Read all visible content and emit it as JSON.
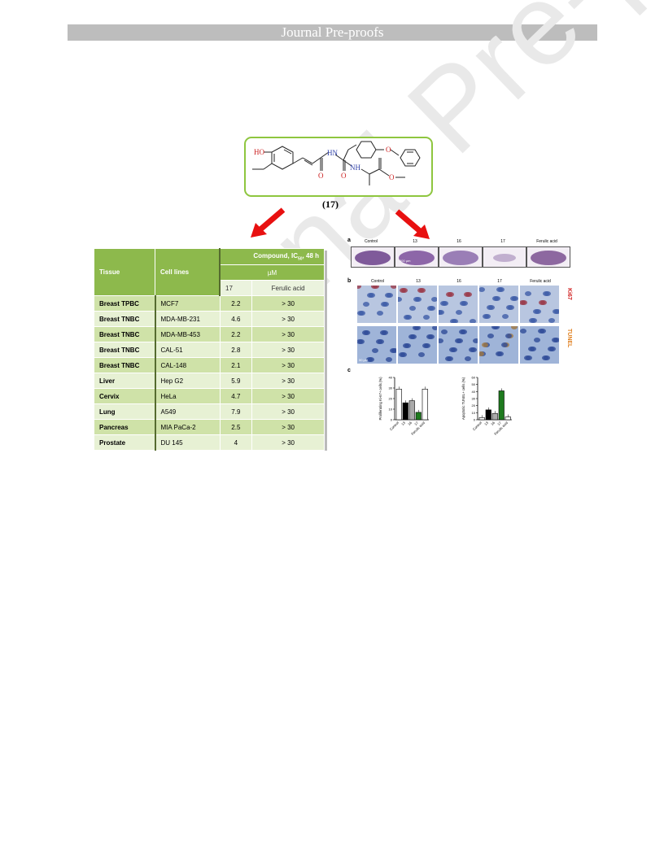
{
  "header": {
    "title": "Journal Pre-proofs"
  },
  "watermark": "Journal Pre-proofs",
  "compound": {
    "label": "(17)",
    "atoms": {
      "ho": "HO",
      "hn": "HN",
      "nh": "NH",
      "o": "O"
    }
  },
  "table": {
    "head_tissue": "Tissue",
    "head_cells": "Cell lines",
    "head_compound": "Compound, IC",
    "head_compound_sub": "50",
    "head_compound_tail": ", 48 h",
    "unit": "µM",
    "col_17": "17",
    "col_fa": "Ferulic acid",
    "rows": [
      {
        "tissue": "Breast TPBC",
        "cell": "MCF7",
        "v17": "2.2",
        "vfa": "> 30"
      },
      {
        "tissue": "Breast TNBC",
        "cell": "MDA-MB-231",
        "v17": "4.6",
        "vfa": "> 30"
      },
      {
        "tissue": "Breast TNBC",
        "cell": "MDA-MB-453",
        "v17": "2.2",
        "vfa": "> 30"
      },
      {
        "tissue": "Breast TNBC",
        "cell": "CAL-51",
        "v17": "2.8",
        "vfa": "> 30"
      },
      {
        "tissue": "Breast TNBC",
        "cell": "CAL-148",
        "v17": "2.1",
        "vfa": "> 30"
      },
      {
        "tissue": "Liver",
        "cell": "Hep G2",
        "v17": "5.9",
        "vfa": "> 30"
      },
      {
        "tissue": "Cervix",
        "cell": "HeLa",
        "v17": "4.7",
        "vfa": "> 30"
      },
      {
        "tissue": "Lung",
        "cell": "A549",
        "v17": "7.9",
        "vfa": "> 30"
      },
      {
        "tissue": "Pancreas",
        "cell": "MIA PaCa-2",
        "v17": "2.5",
        "vfa": "> 30"
      },
      {
        "tissue": "Prostate",
        "cell": "DU 145",
        "v17": "4",
        "vfa": "> 30"
      }
    ]
  },
  "figure": {
    "panel_a": "a",
    "panel_b": "b",
    "panel_c": "c",
    "groups": [
      "Control",
      "13",
      "16",
      "17",
      "Ferulic acid"
    ],
    "scale_a": "500 µm",
    "scale_b": "50 µm",
    "label_ki67": "Ki67",
    "label_tunel": "TUNEL"
  },
  "chart_data": [
    {
      "type": "bar",
      "ylabel": "Proliferating Ki-67+ cells (%)",
      "categories": [
        "Control",
        "13",
        "16",
        "17",
        "Ferulic acid"
      ],
      "values": [
        29,
        16,
        18,
        7,
        29
      ],
      "ylim": [
        0,
        40
      ],
      "yticks": [
        "0",
        "10",
        "20",
        "30",
        "40"
      ],
      "colors": [
        "#ffffff",
        "#000000",
        "#aaaaaa",
        "#1e7a1e",
        "#ffffff"
      ]
    },
    {
      "type": "bar",
      "ylabel": "Apoptotic TUNEL+ cells (%)",
      "categories": [
        "Control",
        "13",
        "16",
        "17",
        "Ferulic acid"
      ],
      "values": [
        3,
        14,
        9,
        41,
        4
      ],
      "ylim": [
        0,
        60
      ],
      "yticks": [
        "0",
        "10",
        "20",
        "30",
        "40",
        "50",
        "60"
      ],
      "colors": [
        "#ffffff",
        "#000000",
        "#aaaaaa",
        "#1e7a1e",
        "#ffffff"
      ]
    }
  ]
}
